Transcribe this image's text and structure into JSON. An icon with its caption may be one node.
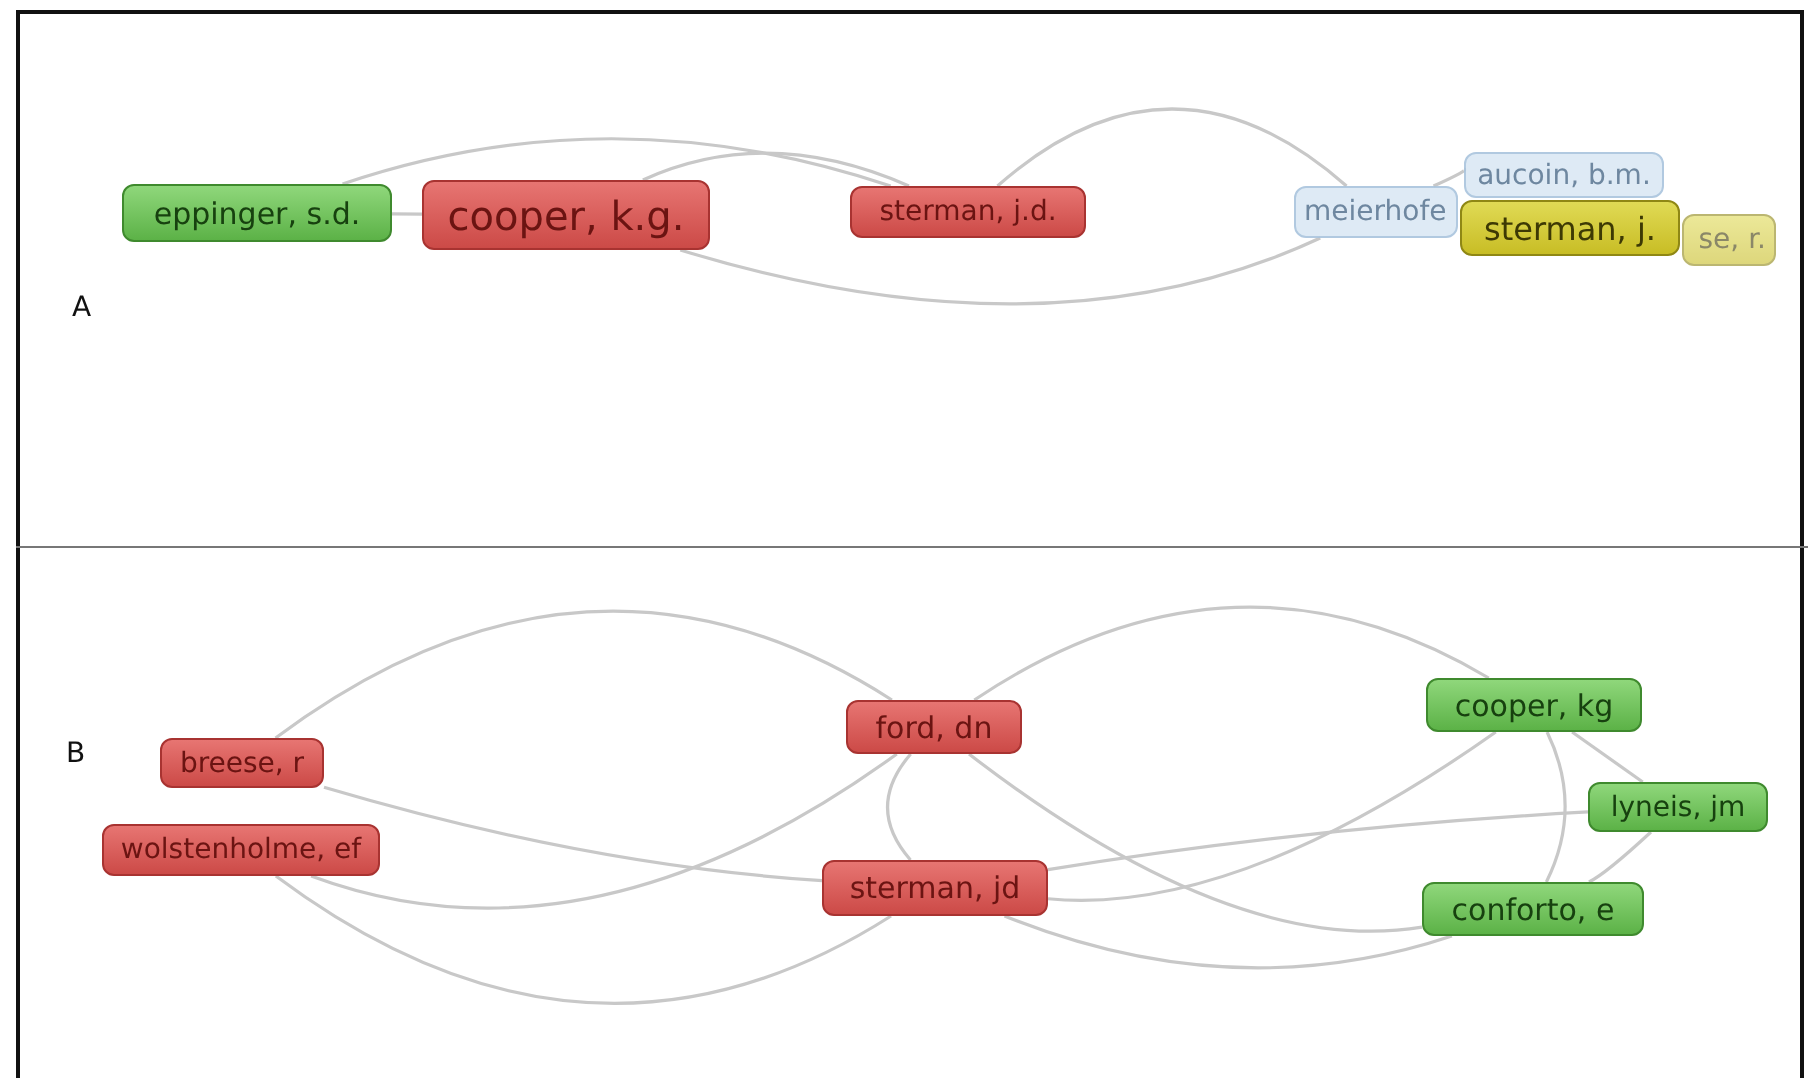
{
  "diagram": {
    "nodes": [
      {
        "text": [
          "eppinger, s.d."
        ]
      },
      {
        "text": [
          "cooper, k.g."
        ]
      },
      {
        "text": [
          "sterman, j.d."
        ]
      },
      {
        "text": [
          "meierhofe"
        ]
      },
      {
        "text": [
          "aucoin, b.m."
        ]
      },
      {
        "text": [
          "sterman, j."
        ]
      },
      {
        "text": [
          "se, r."
        ]
      },
      {
        "text": [
          "breese, r"
        ]
      },
      {
        "text": [
          "wolstenholme, ef"
        ]
      },
      {
        "text": [
          "ford, dn"
        ]
      },
      {
        "text": [
          "sterman, jd"
        ]
      },
      {
        "text": [
          "cooper, kg"
        ]
      },
      {
        "text": [
          "lyneis, jm"
        ]
      },
      {
        "text": [
          "conforto, e"
        ]
      }
    ],
    "edges": [
      {
        "from": 0,
        "to": 1,
        "arrow": "none"
      },
      {
        "from": 0,
        "to": 2,
        "arrow": "none"
      },
      {
        "from": 1,
        "to": 2,
        "arrow": "none"
      },
      {
        "from": 1,
        "to": 3,
        "arrow": "none"
      },
      {
        "from": 2,
        "to": 3,
        "arrow": "none"
      },
      {
        "from": 3,
        "to": 4,
        "arrow": "none"
      },
      {
        "from": 7,
        "to": 9,
        "arrow": "none"
      },
      {
        "from": 8,
        "to": 9,
        "arrow": "none"
      },
      {
        "from": 7,
        "to": 10,
        "arrow": "none"
      },
      {
        "from": 8,
        "to": 10,
        "arrow": "none"
      },
      {
        "from": 9,
        "to": 10,
        "arrow": "none"
      },
      {
        "from": 9,
        "to": 11,
        "arrow": "none"
      },
      {
        "from": 9,
        "to": 13,
        "arrow": "none"
      },
      {
        "from": 10,
        "to": 11,
        "arrow": "none"
      },
      {
        "from": 10,
        "to": 13,
        "arrow": "none"
      },
      {
        "from": 10,
        "to": 12,
        "arrow": "none"
      },
      {
        "from": 11,
        "to": 12,
        "arrow": "none"
      },
      {
        "from": 11,
        "to": 13,
        "arrow": "none"
      },
      {
        "from": 12,
        "to": 13,
        "arrow": "none"
      }
    ],
    "labels": [
      "A",
      "B"
    ]
  }
}
